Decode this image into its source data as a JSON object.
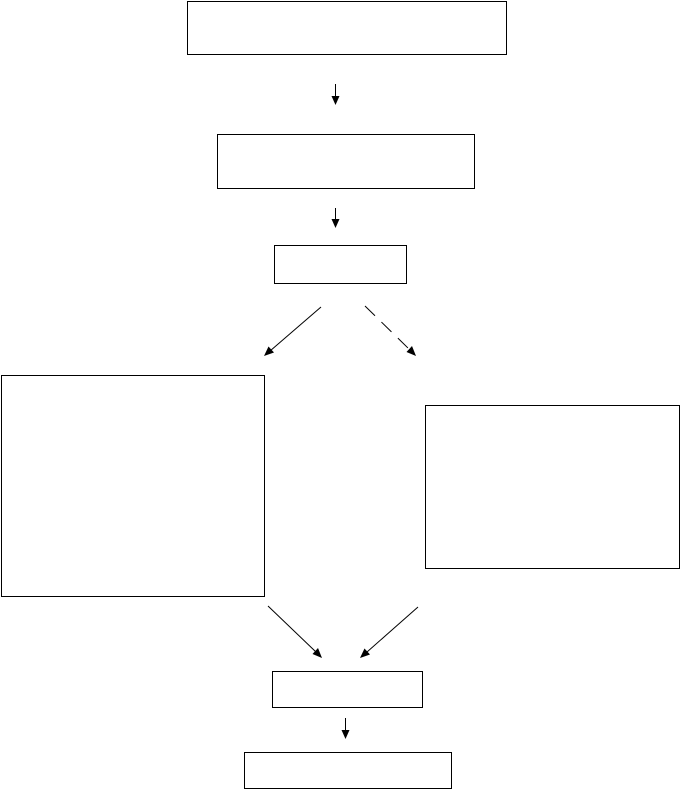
{
  "diagram": {
    "type": "flowchart",
    "stroke_color": "#000000",
    "fill_color": "#ffffff",
    "nodes": [
      {
        "id": "node-1",
        "label": ""
      },
      {
        "id": "node-2",
        "label": ""
      },
      {
        "id": "node-3",
        "label": ""
      },
      {
        "id": "node-4",
        "label": ""
      },
      {
        "id": "node-5",
        "label": ""
      },
      {
        "id": "node-6",
        "label": ""
      },
      {
        "id": "node-7",
        "label": ""
      }
    ],
    "edges": [
      {
        "from": "node-1",
        "to": "node-2",
        "style": "solid"
      },
      {
        "from": "node-2",
        "to": "node-3",
        "style": "solid"
      },
      {
        "from": "node-3",
        "to": "node-4",
        "style": "solid"
      },
      {
        "from": "node-3",
        "to": "node-5",
        "style": "dashed"
      },
      {
        "from": "node-4",
        "to": "node-6",
        "style": "solid"
      },
      {
        "from": "node-5",
        "to": "node-6",
        "style": "solid"
      },
      {
        "from": "node-6",
        "to": "node-7",
        "style": "solid"
      }
    ]
  }
}
